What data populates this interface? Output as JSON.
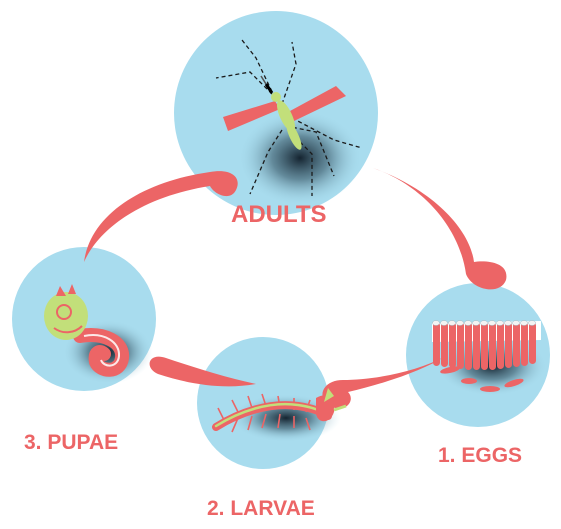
{
  "diagram": {
    "stages": {
      "adults": "ADULTS",
      "eggs": "1. EGGS",
      "larvae": "2. LARVAE",
      "pupae": "3. PUPAE"
    },
    "colors": {
      "circle": "#a8dcee",
      "arrow": "#ec6566",
      "label": "#ec6566",
      "insect_green": "#c2df7a",
      "shadow": "#0d1a26"
    },
    "icons": [
      "mosquito-icon",
      "eggs-icon",
      "larva-icon",
      "pupa-icon"
    ]
  }
}
